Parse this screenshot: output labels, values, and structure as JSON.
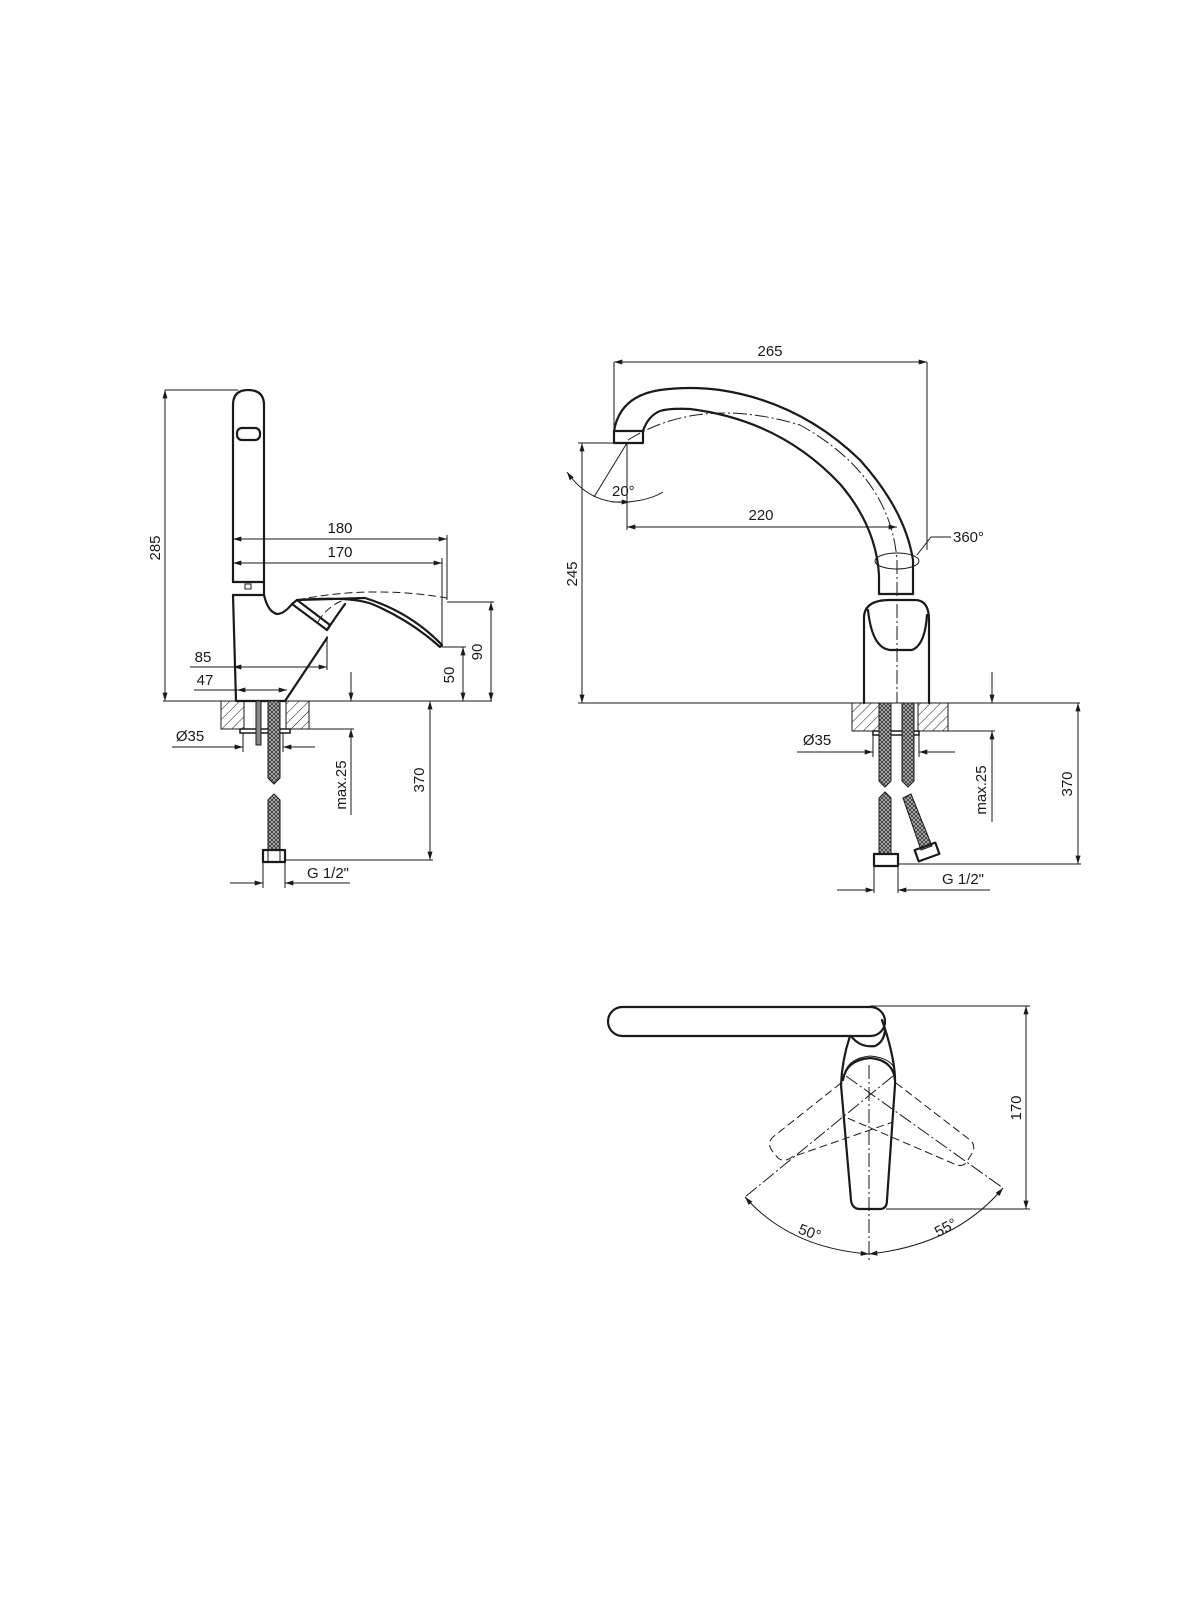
{
  "side_view": {
    "height_total": "285",
    "reach_outer": "180",
    "reach_inner": "170",
    "lever_offset": "85",
    "body_offset": "47",
    "lever_tip_height": "50",
    "lever_top_height": "90",
    "mount_hole": "Ø35",
    "deck_thickness": "max.25",
    "hose_length": "370",
    "thread": "G 1/2\""
  },
  "front_view": {
    "spout_reach_total": "265",
    "spout_reach": "220",
    "spout_height": "245",
    "spout_angle": "20°",
    "rotation": "360°",
    "mount_hole": "Ø35",
    "deck_thickness": "max.25",
    "hose_length": "370",
    "thread": "G 1/2\""
  },
  "top_view": {
    "depth": "170",
    "lever_left_angle": "50°",
    "lever_right_angle": "55°"
  }
}
